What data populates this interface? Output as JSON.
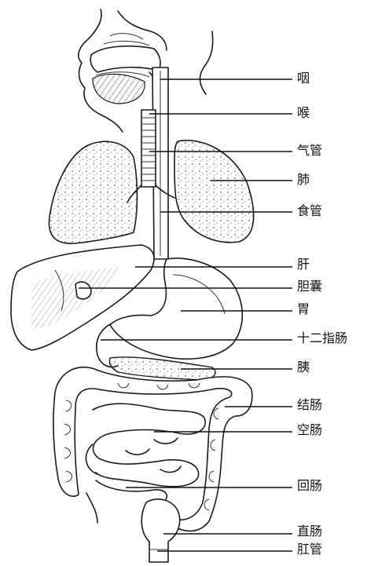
{
  "labels": {
    "pharynx": "咽",
    "larynx": "喉",
    "trachea": "气管",
    "lung": "肺",
    "esophagus": "食管",
    "liver": "肝",
    "gallbladder": "胆囊",
    "stomach": "胃",
    "duodenum": "十二指肠",
    "pancreas": "胰",
    "colon": "结肠",
    "jejunum": "空肠",
    "ileum": "回肠",
    "rectum": "直肠",
    "anus": "肛管"
  }
}
